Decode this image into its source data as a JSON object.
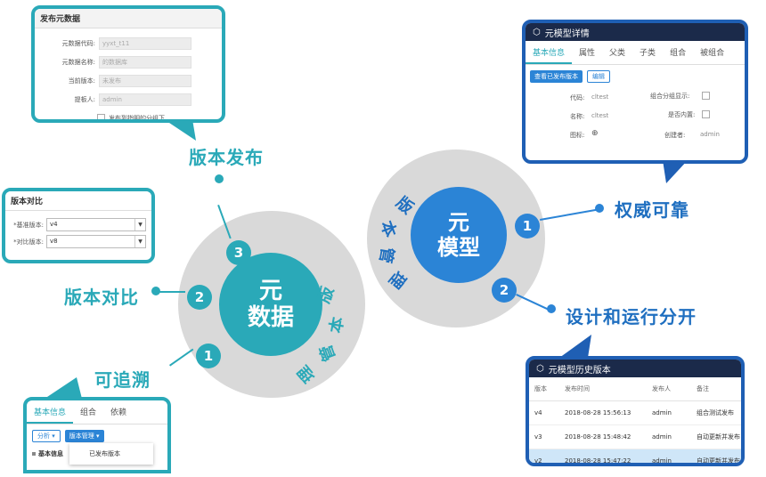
{
  "left": {
    "core_line1": "元",
    "core_line2": "数据",
    "ring_text": [
      "版",
      "本",
      "管",
      "理"
    ],
    "num1": "1",
    "num2": "2",
    "num3": "3",
    "label_publish": "版本发布",
    "label_compare": "版本对比",
    "label_trace": "可追溯"
  },
  "right": {
    "core_line1": "元",
    "core_line2": "模型",
    "ring_text": [
      "版",
      "本",
      "管",
      "理"
    ],
    "num1": "1",
    "num2": "2",
    "label_authority": "权威可靠",
    "label_separate": "设计和运行分开"
  },
  "publish_panel": {
    "title": "发布元数据",
    "rows": [
      {
        "label": "元数据代码:",
        "value": "yyxt_t11"
      },
      {
        "label": "元数据名称:",
        "value": "的数据库"
      },
      {
        "label": "当前版本:",
        "value": "未发布"
      },
      {
        "label": "提板人:",
        "value": "admin"
      }
    ],
    "checkbox_label": "发布到指明的分组下"
  },
  "compare_panel": {
    "title": "版本对比",
    "base_label": "*基准版本:",
    "base_value": "v4",
    "target_label": "*对比版本:",
    "target_value": "v8"
  },
  "trace_panel": {
    "tabs": [
      "基本信息",
      "组合",
      "依赖"
    ],
    "btn_analyze": "分析 ▾",
    "btn_version": "版本管理 ▾",
    "section_label": "基本信息",
    "menu_item": "已发布版本"
  },
  "model_detail": {
    "title": "元模型详情",
    "tabs": [
      "基本信息",
      "属性",
      "父类",
      "子类",
      "组合",
      "被组合"
    ],
    "btn_view": "查看已发布版本",
    "btn_edit": "编辑",
    "code_label": "代码:",
    "code_value": "cltest",
    "name_label": "名称:",
    "name_value": "cltest",
    "icon_label": "图标:",
    "group_label": "组合分组显示:",
    "builtin_label": "是否内置:",
    "creator_label": "创建者:",
    "creator_value": "admin"
  },
  "model_history": {
    "title": "元模型历史版本",
    "headers": [
      "版本",
      "发布时间",
      "发布人",
      "备注"
    ],
    "rows": [
      {
        "ver": "v4",
        "time": "2018-08-28 15:56:13",
        "user": "admin",
        "note": "组合测试发布"
      },
      {
        "ver": "v3",
        "time": "2018-08-28 15:48:42",
        "user": "admin",
        "note": "自动更新并发布"
      },
      {
        "ver": "v2",
        "time": "2018-08-28 15:47:22",
        "user": "admin",
        "note": "自动更新并发布"
      }
    ]
  },
  "colors": {
    "teal": "#2aa9b8",
    "blue": "#2b84d6",
    "navy": "#1b2a4a",
    "grey": "#d9d9d9"
  }
}
